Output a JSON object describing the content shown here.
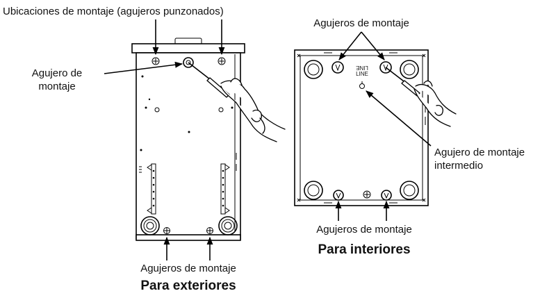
{
  "outdoor": {
    "label_top": "Ubicaciones de montaje (agujeros punzonados)",
    "label_side_line1": "Agujero de",
    "label_side_line2": "montaje",
    "label_bottom": "Agujeros de montaje",
    "caption": "Para exteriores"
  },
  "indoor": {
    "label_top": "Agujeros de montaje",
    "label_right_line1": "Agujero de montaje",
    "label_right_line2": "intermedio",
    "label_bottom": "Agujeros de montaje",
    "caption": "Para interiores",
    "panel_text_line1": "LINE",
    "panel_text_line2": "LINE"
  }
}
